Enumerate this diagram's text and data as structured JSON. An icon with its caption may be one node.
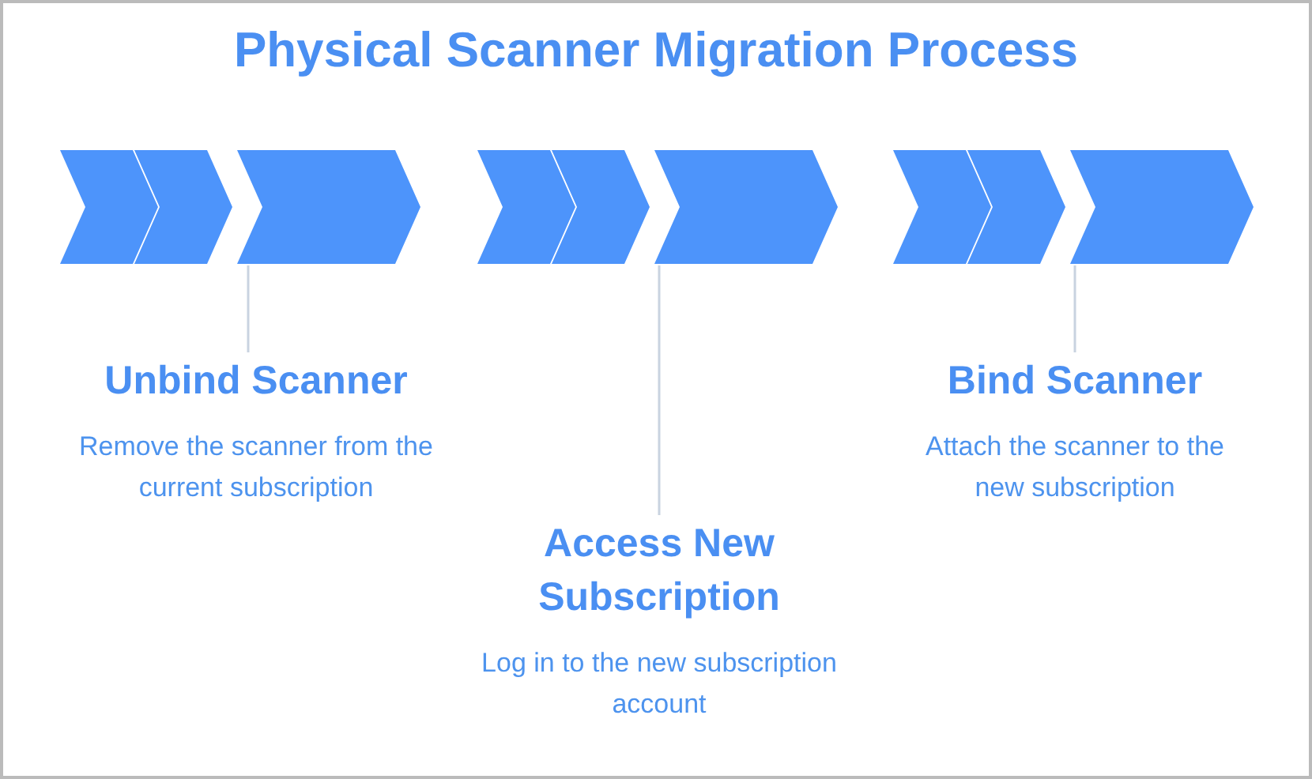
{
  "diagram": {
    "title": "Physical Scanner Migration Process",
    "nodes": [
      {
        "text": [],
        "shape": "arrow"
      },
      {
        "text": [],
        "shape": "arrow"
      },
      {
        "text": [],
        "shape": "arrow"
      },
      {
        "text": [
          "Unbind Scanner",
          "Remove the scanner from the current subscription"
        ]
      },
      {
        "text": [
          "Access New Subscription",
          "Log in to the new subscription account"
        ]
      },
      {
        "text": [
          "Bind Scanner",
          "Attach the scanner to the new subscription"
        ]
      }
    ],
    "edges": [
      {
        "from": 0,
        "to": 3,
        "arrow": "none"
      },
      {
        "from": 1,
        "to": 4,
        "arrow": "none"
      },
      {
        "from": 2,
        "to": 5,
        "arrow": "none"
      }
    ]
  }
}
